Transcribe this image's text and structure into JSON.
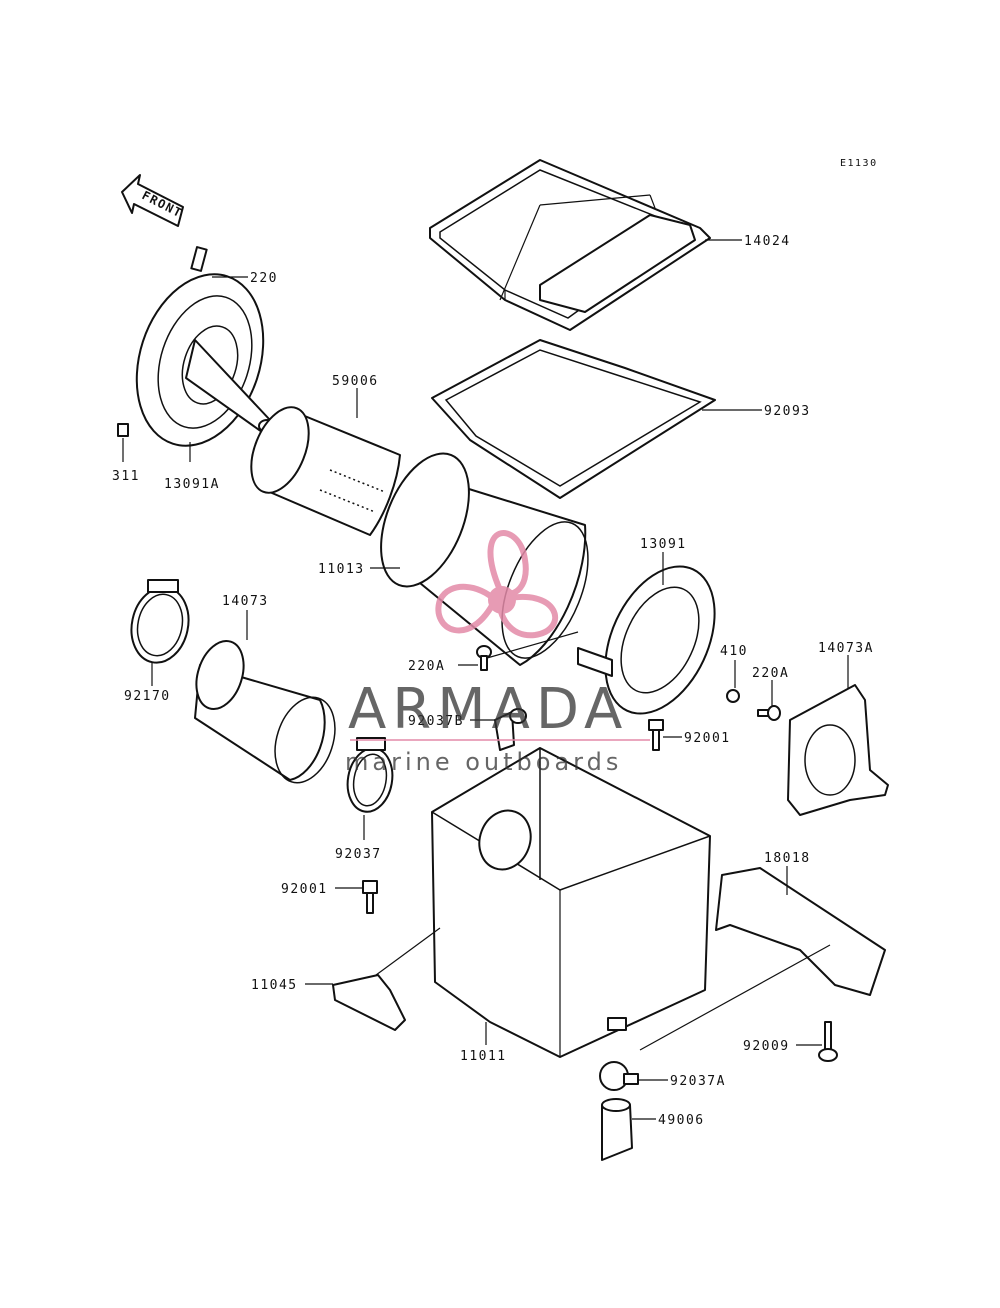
{
  "diagram": {
    "code": "E1130",
    "front_label": "FRONT",
    "parts": {
      "p14024": "14024",
      "p92093": "92093",
      "p220": "220",
      "p59006": "59006",
      "p311": "311",
      "p13091A": "13091A",
      "p11013": "11013",
      "p13091": "13091",
      "p14073": "14073",
      "p92170": "92170",
      "p220A_a": "220A",
      "p410": "410",
      "p220A_b": "220A",
      "p14073A": "14073A",
      "p92037B": "92037B",
      "p92001_a": "92001",
      "p92037": "92037",
      "p18018": "18018",
      "p92001_b": "92001",
      "p11045": "11045",
      "p92009": "92009",
      "p11011": "11011",
      "p92037A": "92037A",
      "p49006": "49006"
    }
  },
  "watermark": {
    "brand": "ARMADA",
    "tagline": "marine outboards",
    "color": "#e38aa8"
  }
}
